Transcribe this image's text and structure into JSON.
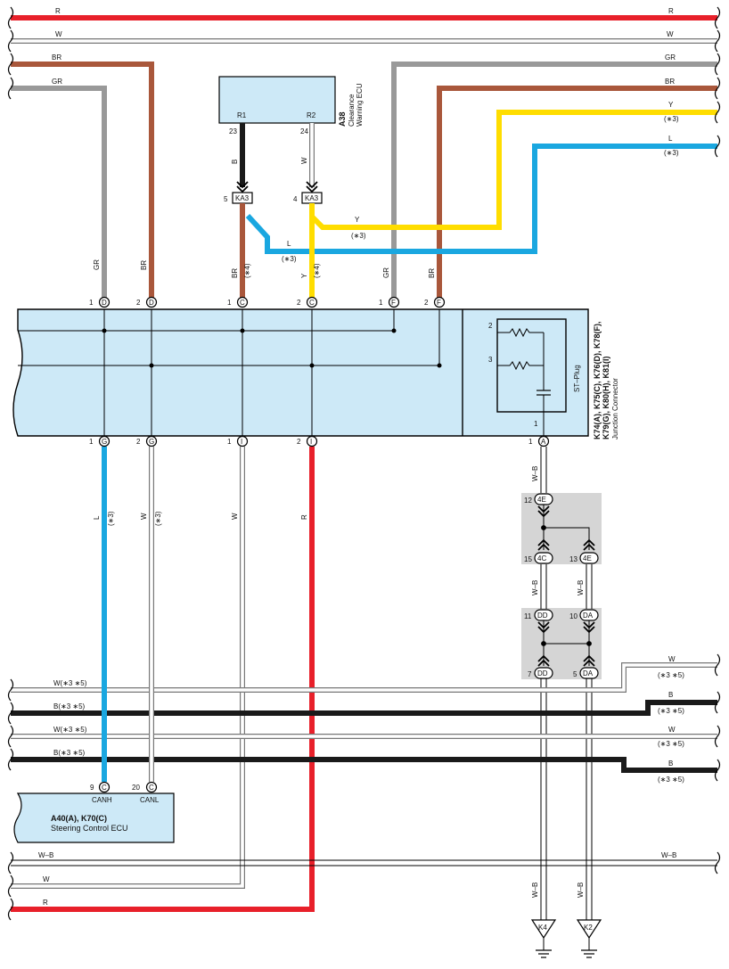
{
  "wire_colors": {
    "R": "#e8202a",
    "W": "#ffffff",
    "BR": "#a9573b",
    "GR": "#999999",
    "Y": "#ffdd00",
    "L": "#1aa7e0",
    "B": "#1a1a1a",
    "outline": "#777777"
  },
  "fill_colors": {
    "box": "#cde9f7",
    "splice": "#d5d5d5"
  },
  "top_bus": {
    "wire_r": "R",
    "wire_w": "W",
    "wire_br": "BR",
    "wire_gr": "GR",
    "right_gr": "GR",
    "right_br": "BR",
    "right_y": "Y",
    "right_l": "L",
    "note3": "(∗3)"
  },
  "a38": {
    "pin_r1": "R1",
    "pin_r2": "R2",
    "num23": "23",
    "num24": "24",
    "code": "A38",
    "name_line1": "Clearance",
    "name_line2": "Warning ECU"
  },
  "ka3": {
    "code": "KA3",
    "pin5": "5",
    "pin4": "4",
    "wire_b": "B",
    "wire_w": "W"
  },
  "mid_wires": {
    "y": "Y",
    "l": "L",
    "note3": "(∗3)",
    "note4": "(∗4)",
    "gr": "GR",
    "br": "BR"
  },
  "junction": {
    "codes_line1": "K74(A), K75(C), K76(D), K78(F),",
    "codes_line2": "K79(G), K80(H), K81(I)",
    "name": "Junction Connector",
    "stplug": "ST–Plug",
    "n1": "1",
    "n2": "2",
    "n3": "3",
    "top_pins": [
      {
        "num": "1",
        "letter": "D"
      },
      {
        "num": "2",
        "letter": "D"
      },
      {
        "num": "1",
        "letter": "C"
      },
      {
        "num": "2",
        "letter": "C"
      },
      {
        "num": "1",
        "letter": "F"
      },
      {
        "num": "2",
        "letter": "F"
      }
    ],
    "bottom_pins": [
      {
        "num": "1",
        "letter": "G"
      },
      {
        "num": "2",
        "letter": "G"
      },
      {
        "num": "1",
        "letter": "I"
      },
      {
        "num": "2",
        "letter": "I"
      },
      {
        "num": "1",
        "letter": "A"
      }
    ]
  },
  "lower_wires": {
    "l": "L",
    "w": "W",
    "r": "R",
    "note3": "(∗3)",
    "wb": "W–B"
  },
  "splices": {
    "s12": {
      "num": "12",
      "code": "4E"
    },
    "s15": {
      "num": "15",
      "code": "4C"
    },
    "s13": {
      "num": "13",
      "code": "4E"
    },
    "s11": {
      "num": "11",
      "code": "DD"
    },
    "s10": {
      "num": "10",
      "code": "DA"
    },
    "s7": {
      "num": "7",
      "code": "DD"
    },
    "s5": {
      "num": "5",
      "code": "DA"
    }
  },
  "can_bus": {
    "w_left": "W(∗3 ∗5)",
    "b_left": "B(∗3 ∗5)",
    "w_right": "W",
    "b_right": "B",
    "note35": "(∗3 ∗5)"
  },
  "steering": {
    "pin9": "9",
    "pin20": "20",
    "letter": "C",
    "canh": "CANH",
    "canl": "CANL",
    "code": "A40(A), K70(C)",
    "name": "Steering Control ECU"
  },
  "bottom_bus": {
    "wb": "W–B",
    "w": "W",
    "r": "R"
  },
  "grounds": {
    "k4": "K4",
    "k2": "K2",
    "wb": "W–B"
  }
}
